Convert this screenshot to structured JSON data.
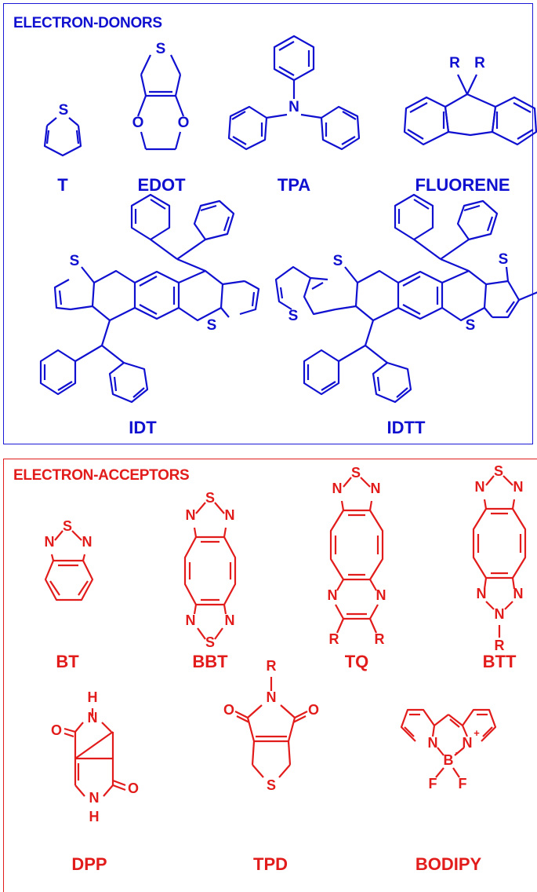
{
  "donors": {
    "title": "ELECTRON-DONORS",
    "molecules": [
      {
        "label": "T",
        "atoms": [
          "S"
        ]
      },
      {
        "label": "EDOT",
        "atoms": [
          "S",
          "O",
          "O"
        ]
      },
      {
        "label": "TPA",
        "atoms": [
          "N"
        ]
      },
      {
        "label": "FLUORENE",
        "atoms": [
          "R",
          "R"
        ]
      },
      {
        "label": "IDT",
        "atoms": [
          "S",
          "S"
        ]
      },
      {
        "label": "IDTT",
        "atoms": [
          "S",
          "S",
          "S",
          "S"
        ]
      }
    ],
    "color": "#1010d0"
  },
  "acceptors": {
    "title": "ELECTRON-ACCEPTORS",
    "molecules": [
      {
        "label": "BT",
        "atoms": [
          "S",
          "N",
          "N"
        ]
      },
      {
        "label": "BBT",
        "atoms": [
          "S",
          "N",
          "N",
          "S",
          "N",
          "N"
        ]
      },
      {
        "label": "TQ",
        "atoms": [
          "S",
          "N",
          "N",
          "N",
          "N",
          "R",
          "R"
        ]
      },
      {
        "label": "BTT",
        "atoms": [
          "S",
          "N",
          "N",
          "N",
          "N",
          "N",
          "R"
        ]
      },
      {
        "label": "DPP",
        "atoms": [
          "H",
          "N",
          "O",
          "N",
          "H",
          "O"
        ]
      },
      {
        "label": "TPD",
        "atoms": [
          "R",
          "N",
          "O",
          "O",
          "S"
        ]
      },
      {
        "label": "BODIPY",
        "atoms": [
          "N",
          "N",
          "+",
          "B",
          "-",
          "F",
          "F"
        ]
      }
    ],
    "color": "#e21b1b"
  }
}
